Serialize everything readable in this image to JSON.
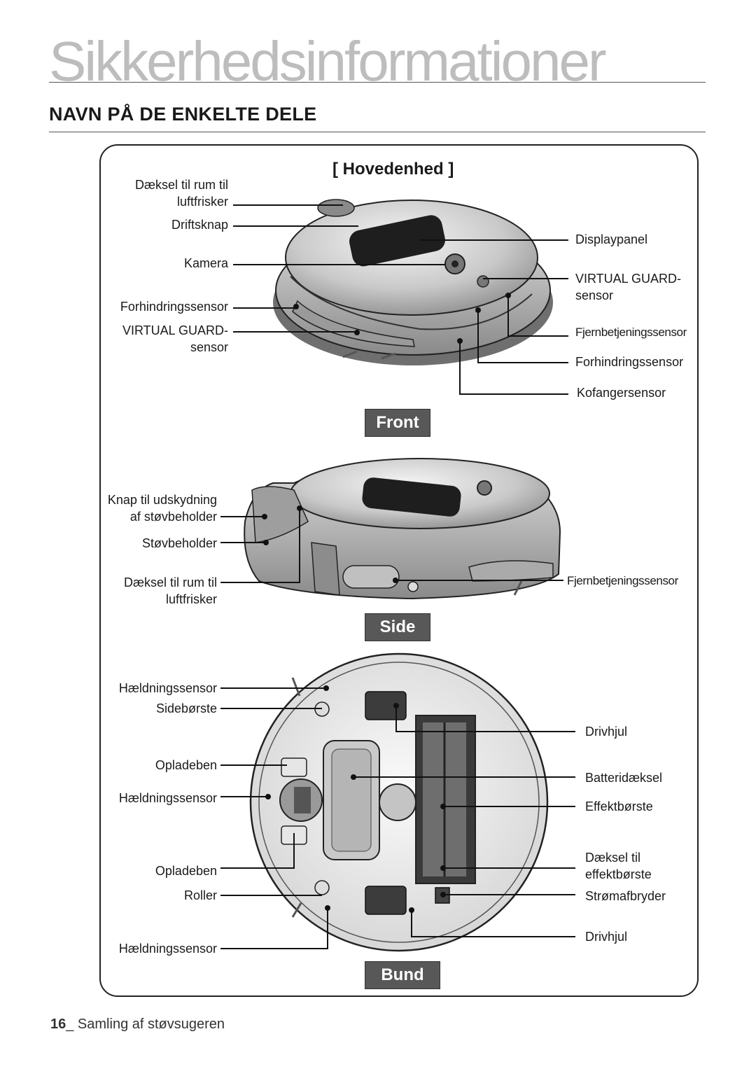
{
  "page": {
    "title": "Sikkerhedsinformationer",
    "section_heading": "NAVN PÅ DE ENKELTE DELE",
    "subtitle": "[ Hovedenhed ]",
    "footer_page_number": "16",
    "footer_text": "_ Samling af støvsugeren"
  },
  "views": {
    "front": "Front",
    "side": "Side",
    "bottom": "Bund"
  },
  "front_labels": {
    "daeksel_line1": "Dæksel til rum til",
    "daeksel_line2": "luftfrisker",
    "driftsknap": "Driftsknap",
    "kamera": "Kamera",
    "forhindringssensor_left": "Forhindringssensor",
    "vg_left_line1": "VIRTUAL GUARD-",
    "vg_left_line2": "sensor",
    "displaypanel": "Displaypanel",
    "vg_right_line1": "VIRTUAL GUARD-",
    "vg_right_line2": "sensor",
    "fjernbetjening": "Fjernbetjeningssensor",
    "forhindringssensor_right": "Forhindringssensor",
    "kofangersensor": "Kofangersensor"
  },
  "side_labels": {
    "knap_line1": "Knap til udskydning",
    "knap_line2": "af støvbeholder",
    "stovbeholder": "Støvbeholder",
    "daeksel_line1": "Dæksel til rum til",
    "daeksel_line2": "luftfrisker",
    "fjernbetjening": "Fjernbetjeningssensor"
  },
  "bottom_labels": {
    "haeldning_top": "Hældningssensor",
    "sideborste": "Sidebørste",
    "opladeben_top": "Opladeben",
    "haeldning_mid": "Hældningssensor",
    "opladeben_bottom": "Opladeben",
    "roller": "Roller",
    "haeldning_bottom": "Hældningssensor",
    "drivhjul_top": "Drivhjul",
    "batteridaeksel": "Batteridæksel",
    "effektborste": "Effektbørste",
    "daeksel_eff_line1": "Dæksel til",
    "daeksel_eff_line2": "effektbørste",
    "stromafbryder": "Strømafbryder",
    "drivhjul_bottom": "Drivhjul"
  },
  "colors": {
    "title_gray": "#bdbdbd",
    "tag_fill": "#585858",
    "body_silver": "#c8c8c8",
    "panel_dark": "#1e1e1e"
  }
}
